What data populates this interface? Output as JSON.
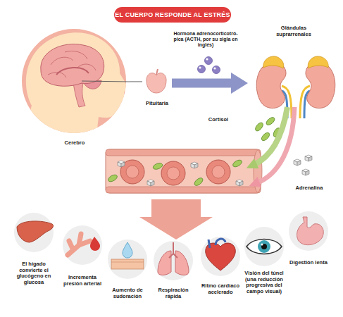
{
  "diagram": {
    "title": "EL CUERPO RESPONDE AL ESTRÉS",
    "nodes": [
      {
        "text": [
          "Cerebro"
        ]
      },
      {
        "text": [
          "Pituitaria"
        ]
      },
      {
        "text": [
          "Glándulas suprarrenales"
        ]
      },
      {
        "text": [
          "El hígado convierte el glucógeno en glucosa"
        ]
      },
      {
        "text": [
          "Incrementa presión arterial"
        ]
      },
      {
        "text": [
          "Aumento de sudoración"
        ]
      },
      {
        "text": [
          "Respiración rápida"
        ]
      },
      {
        "text": [
          "Ritmo cardíaco acelerado"
        ]
      },
      {
        "text": [
          "Visión del túnel (una reducción progresiva del campo visual)"
        ]
      },
      {
        "text": [
          "Digestión lenta"
        ]
      }
    ],
    "edges": [
      {
        "from": 0,
        "to": 1,
        "arrow": "none"
      },
      {
        "from": 1,
        "to": 2,
        "arrow": "to",
        "label": "Hormona adrenocorticotró- pica (ACTH, por su sigla en inglés)"
      }
    ],
    "labels": [
      "Cortisol",
      "Adrenalina"
    ]
  }
}
